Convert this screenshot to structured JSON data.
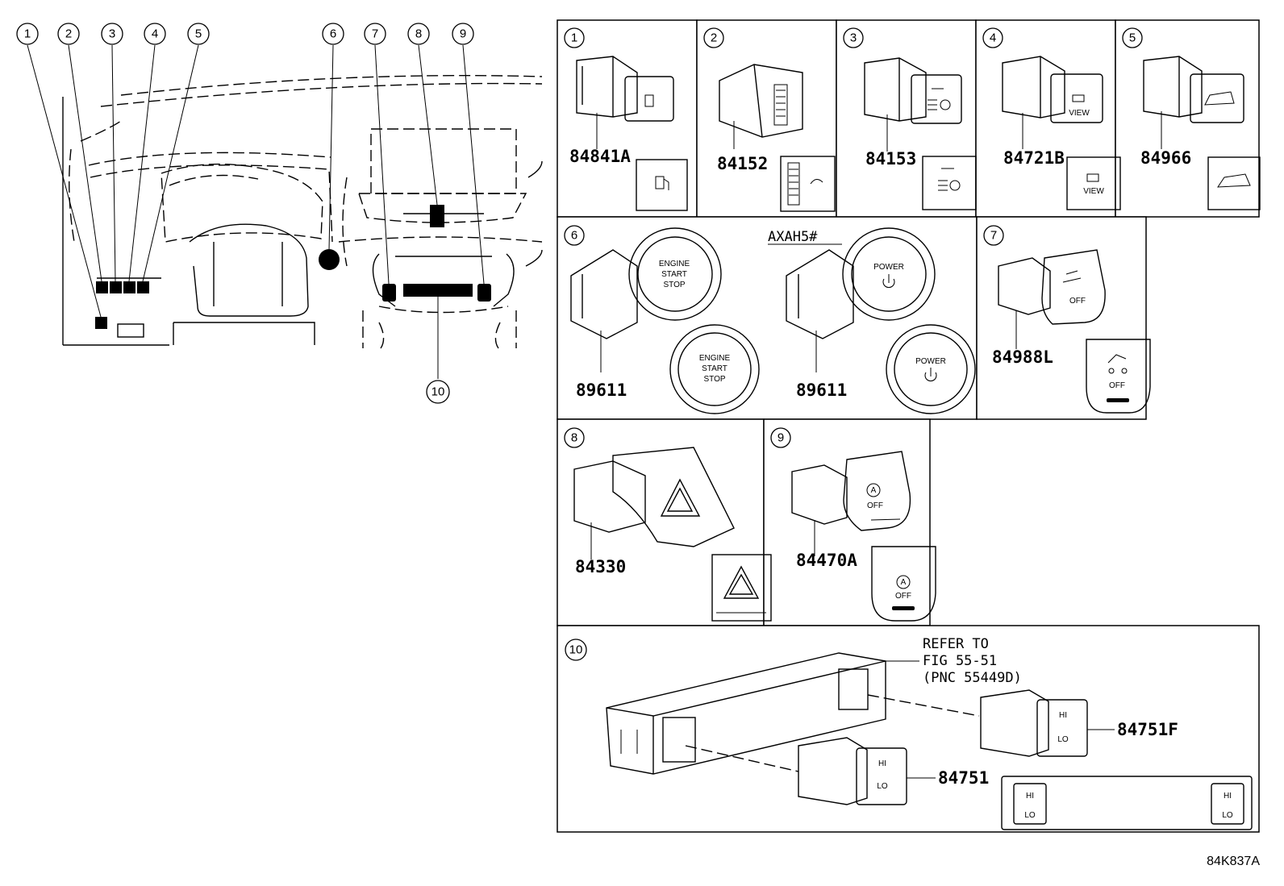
{
  "overview_callouts": [
    "1",
    "2",
    "3",
    "4",
    "5",
    "6",
    "7",
    "8",
    "9",
    "10"
  ],
  "cells": [
    {
      "num": "1",
      "part": "84841A"
    },
    {
      "num": "2",
      "part": "84152"
    },
    {
      "num": "3",
      "part": "84153"
    },
    {
      "num": "4",
      "part": "84721B"
    },
    {
      "num": "5",
      "part": "84966"
    },
    {
      "num": "6",
      "part_a": "89611",
      "part_b": "89611",
      "variant": "AXAH5#"
    },
    {
      "num": "7",
      "part": "84988L"
    },
    {
      "num": "8",
      "part": "84330"
    },
    {
      "num": "9",
      "part": "84470A"
    },
    {
      "num": "10",
      "part_a": "84751F",
      "part_b": "84751"
    }
  ],
  "refer_note": [
    "REFER TO",
    "FIG 55-51",
    "(PNC 55449D)"
  ],
  "button_text": {
    "engine": [
      "ENGINE",
      "START",
      "STOP"
    ],
    "power": "POWER",
    "view": "VIEW",
    "off": "OFF",
    "hi": "HI",
    "lo": "LO"
  },
  "figure_code": "84K837A"
}
